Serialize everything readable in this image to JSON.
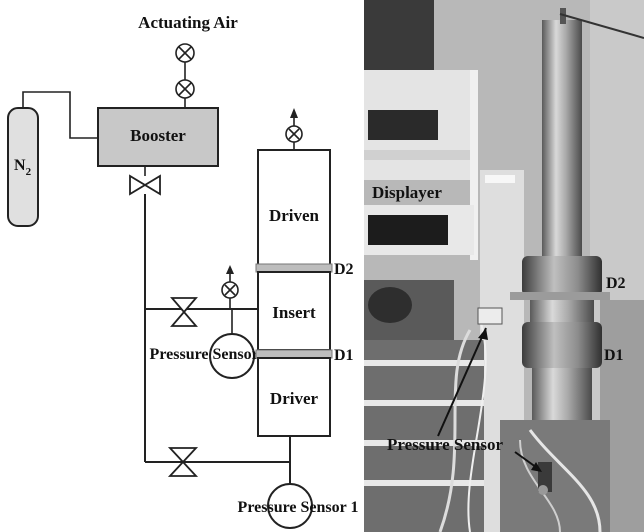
{
  "schematic": {
    "actuating_air": "Actuating Air",
    "booster": "Booster",
    "n2_base": "N",
    "n2_sub": "2",
    "driven": "Driven",
    "insert": "Insert",
    "driver": "Driver",
    "d2": "D2",
    "d1": "D1",
    "pressure_sensor_2": "Pressure Sensor 2",
    "pressure_sensor_1": "Pressure Sensor 1"
  },
  "photo": {
    "displayer": "Displayer",
    "pressure_sensor": "Pressure Sensor",
    "d2": "D2",
    "d1": "D1"
  },
  "colors": {
    "booster_fill": "#c8c8c8",
    "diaphragm_fill": "#bdbdbd",
    "photo_bg": "#8a8a8a"
  }
}
